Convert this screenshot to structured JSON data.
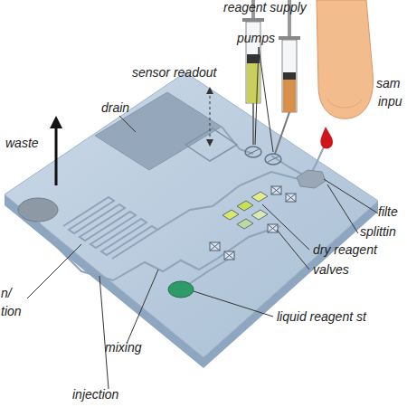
{
  "diagram": {
    "labels": [
      "reagent supply",
      "pumps",
      "sensor readout",
      "drain",
      "waste",
      "sam",
      "inpu",
      "filte",
      "splittin",
      "dry reagent",
      "valves",
      "liquid reagent st",
      "n/",
      "tion",
      "mixing",
      "injection"
    ]
  }
}
